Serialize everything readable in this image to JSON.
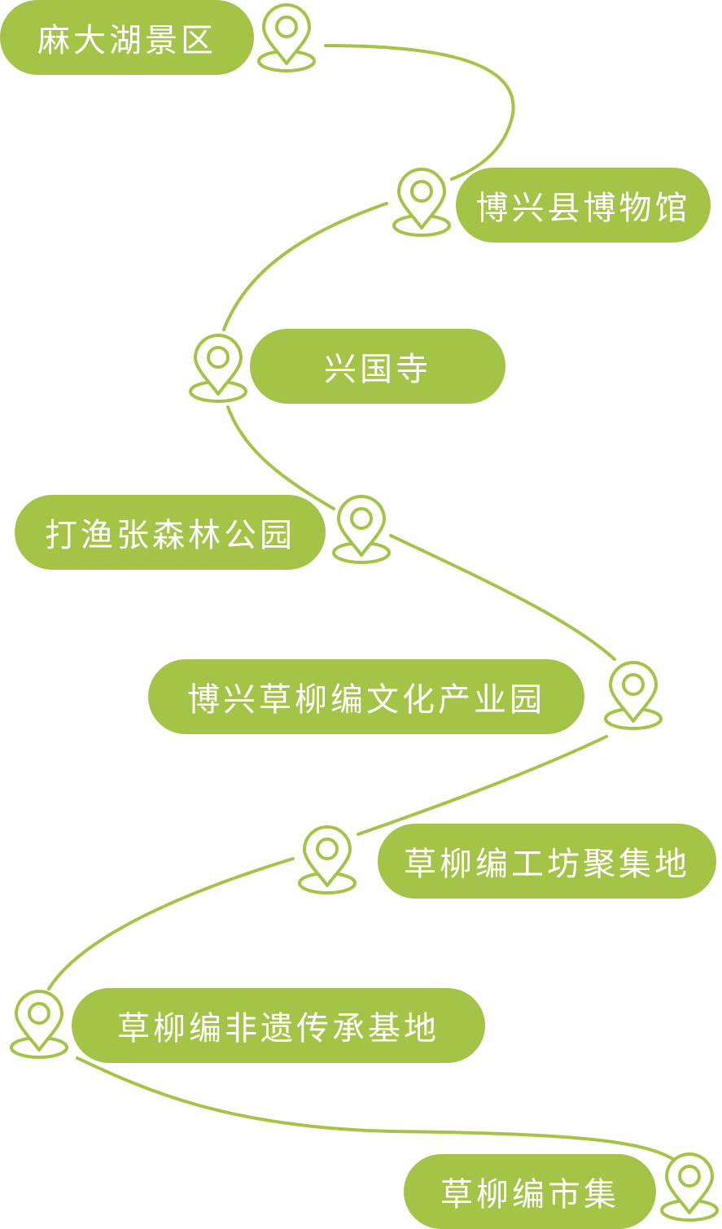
{
  "accent_color": "#a3c447",
  "pin_icon": "map-pin-icon",
  "stops": [
    {
      "name": "麻大湖景区"
    },
    {
      "name": "博兴县博物馆"
    },
    {
      "name": "兴国寺"
    },
    {
      "name": "打渔张森林公园"
    },
    {
      "name": "博兴草柳编文化产业园"
    },
    {
      "name": "草柳编工坊聚集地"
    },
    {
      "name": "草柳编非遗传承基地"
    },
    {
      "name": "草柳编市集"
    }
  ]
}
